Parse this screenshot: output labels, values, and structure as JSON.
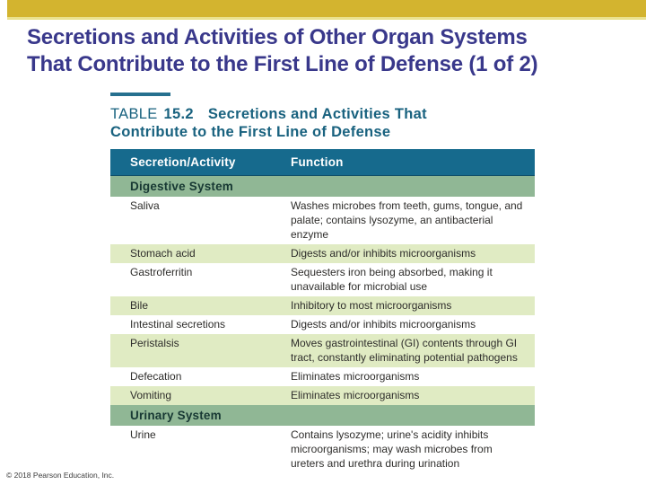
{
  "slide": {
    "title_line1": "Secretions and Activities of Other Organ Systems",
    "title_line2": "That Contribute to the First Line of Defense (1 of 2)"
  },
  "table": {
    "caption": {
      "label": "TABLE",
      "number": "15.2",
      "title_line1": "Secretions and Activities That",
      "title_line2": "Contribute to the First Line of Defense"
    },
    "columns": [
      "Secretion/Activity",
      "Function"
    ],
    "rows": [
      {
        "type": "section",
        "secretion": "Digestive System",
        "function": ""
      },
      {
        "type": "data",
        "shade": "white",
        "secretion": "Saliva",
        "function": "Washes microbes from teeth, gums, tongue, and palate; contains lysozyme, an antibacterial enzyme"
      },
      {
        "type": "data",
        "shade": "green",
        "secretion": "Stomach acid",
        "function": "Digests and/or inhibits microorganisms"
      },
      {
        "type": "data",
        "shade": "white",
        "secretion": "Gastroferritin",
        "function": "Sequesters iron being absorbed, making it unavailable for microbial use"
      },
      {
        "type": "data",
        "shade": "green",
        "secretion": "Bile",
        "function": "Inhibitory to most microorganisms"
      },
      {
        "type": "data",
        "shade": "white",
        "secretion": "Intestinal secretions",
        "function": "Digests and/or inhibits microorganisms"
      },
      {
        "type": "data",
        "shade": "green",
        "secretion": "Peristalsis",
        "function": "Moves gastrointestinal (GI) contents through GI tract, constantly eliminating potential pathogens"
      },
      {
        "type": "data",
        "shade": "white",
        "secretion": "Defecation",
        "function": "Eliminates microorganisms"
      },
      {
        "type": "data",
        "shade": "green",
        "secretion": "Vomiting",
        "function": "Eliminates microorganisms"
      },
      {
        "type": "section",
        "secretion": "Urinary System",
        "function": ""
      },
      {
        "type": "data",
        "shade": "white",
        "secretion": "Urine",
        "function": "Contains lysozyme; urine's acidity inhibits microorganisms; may wash microbes from ureters and urethra during urination"
      }
    ]
  },
  "footer": {
    "copyright": "© 2018 Pearson Education, Inc."
  },
  "colors": {
    "accent_gold": "#d3b42f",
    "title_indigo": "#39388b",
    "caption_teal": "#19627f",
    "header_teal": "#166a8d",
    "section_green": "#90b795",
    "row_light_green": "#e0ebc3"
  }
}
